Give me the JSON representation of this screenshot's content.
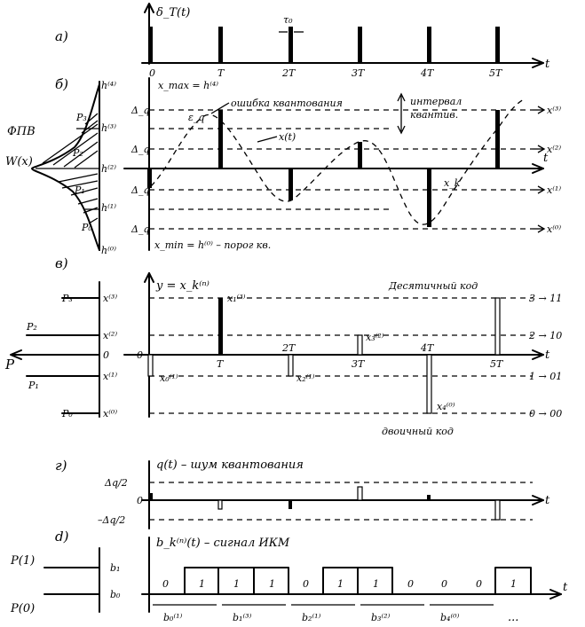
{
  "panel_a": {
    "tag": "а)",
    "signal": "δ_T(t)",
    "tau": "τ₀",
    "ticks": [
      "0",
      "T",
      "2T",
      "3T",
      "4T",
      "5T"
    ],
    "t": "t"
  },
  "panel_b": {
    "tag": "б)",
    "fpv": "ФПВ",
    "w": "W(x)",
    "h4": "h⁽⁴⁾",
    "h3": "h⁽³⁾",
    "h2": "h⁽²⁾",
    "h1": "h⁽¹⁾",
    "h0": "h⁽⁰⁾",
    "p3": "P₃",
    "p2": "P₂",
    "p1": "P₁",
    "p0": "P₀",
    "xmax": "x_max = h⁽⁴⁾",
    "xmin": "x_min = h⁽⁰⁾ – порог кв.",
    "qerr": "ошибка квантования",
    "eq": "ε_q",
    "xk": "x_k",
    "interval1": "интервал",
    "interval2": "квантив.",
    "dq": "Δ_q",
    "xt": "x(t)",
    "x3": "x⁽³⁾",
    "x2": "x⁽²⁾",
    "x1": "x⁽¹⁾",
    "x0": "x⁽⁰⁾",
    "t": "t"
  },
  "panel_v": {
    "tag": "в)",
    "y": "y = x_k⁽ⁿ⁾",
    "P": "P",
    "P3": "P₃",
    "P2": "P₂",
    "P1": "P₁",
    "P0": "P₀",
    "x3": "x⁽³⁾",
    "x2": "x⁽²⁾",
    "x1": "x⁽¹⁾",
    "x0": "x⁽⁰⁾",
    "zero": "0",
    "decimal": "Десятичный код",
    "binary": "двоичный код",
    "codes": [
      "3 → 11",
      "2 → 10",
      "1 → 01",
      "0 → 00"
    ],
    "ticks": [
      "0",
      "T",
      "2T",
      "3T",
      "4T",
      "5T"
    ],
    "samples": [
      "x₀⁽¹⁾",
      "x₁⁽³⁾",
      "x₂⁽¹⁾",
      "x₃⁽²⁾",
      "x₄⁽⁰⁾"
    ],
    "t": "t"
  },
  "panel_g": {
    "tag": "г)",
    "title": "q(t) – шум квантования",
    "hi": "Δq/2",
    "lo": "–Δq/2",
    "zero": "0",
    "t": "t"
  },
  "panel_d": {
    "tag": "d)",
    "title": "b_k⁽ⁿ⁾(t) – сигнал ИКМ",
    "P1": "P(1)",
    "P0": "P(0)",
    "b1": "b₁",
    "b0": "b₀",
    "bits": [
      "0",
      "1",
      "1",
      "1",
      "0",
      "1",
      "1",
      "0",
      "0",
      "0",
      "1"
    ],
    "words": [
      "b₀⁽¹⁾",
      "b₁⁽³⁾",
      "b₂⁽¹⁾",
      "b₃⁽²⁾",
      "b₄⁽⁰⁾"
    ],
    "ellipsis": "...",
    "t": "t"
  }
}
